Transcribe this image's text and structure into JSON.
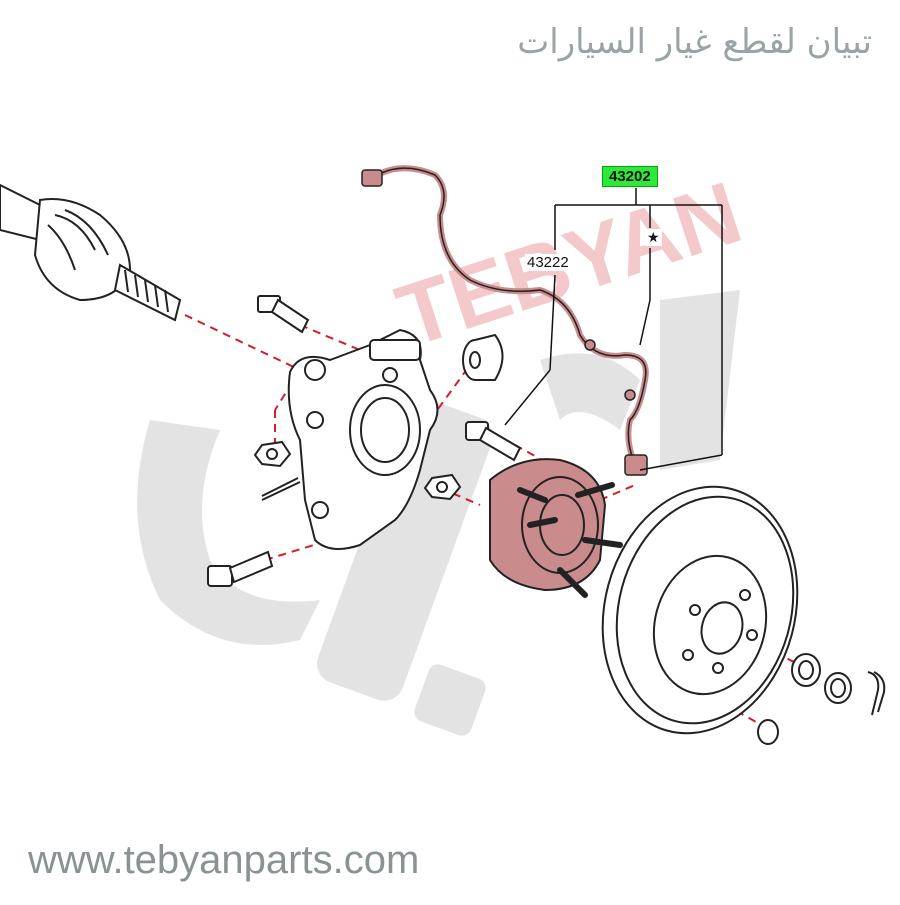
{
  "header": {
    "brand_arabic": "تبيان لقطع غيار السيارات"
  },
  "footer": {
    "website": "www.tebyanparts.com"
  },
  "watermark": {
    "text": "TEBYAN"
  },
  "callouts": {
    "part_43202": "43202",
    "part_43222": "43222",
    "star": "★"
  },
  "colors": {
    "highlight_part": "#c98b8b",
    "callout_highlight": "#2ee83a",
    "leader_line": "#d0202a",
    "watermark_red": "#e8a3a6",
    "watermark_grey": "#dddddd",
    "line_art": "#222222"
  }
}
